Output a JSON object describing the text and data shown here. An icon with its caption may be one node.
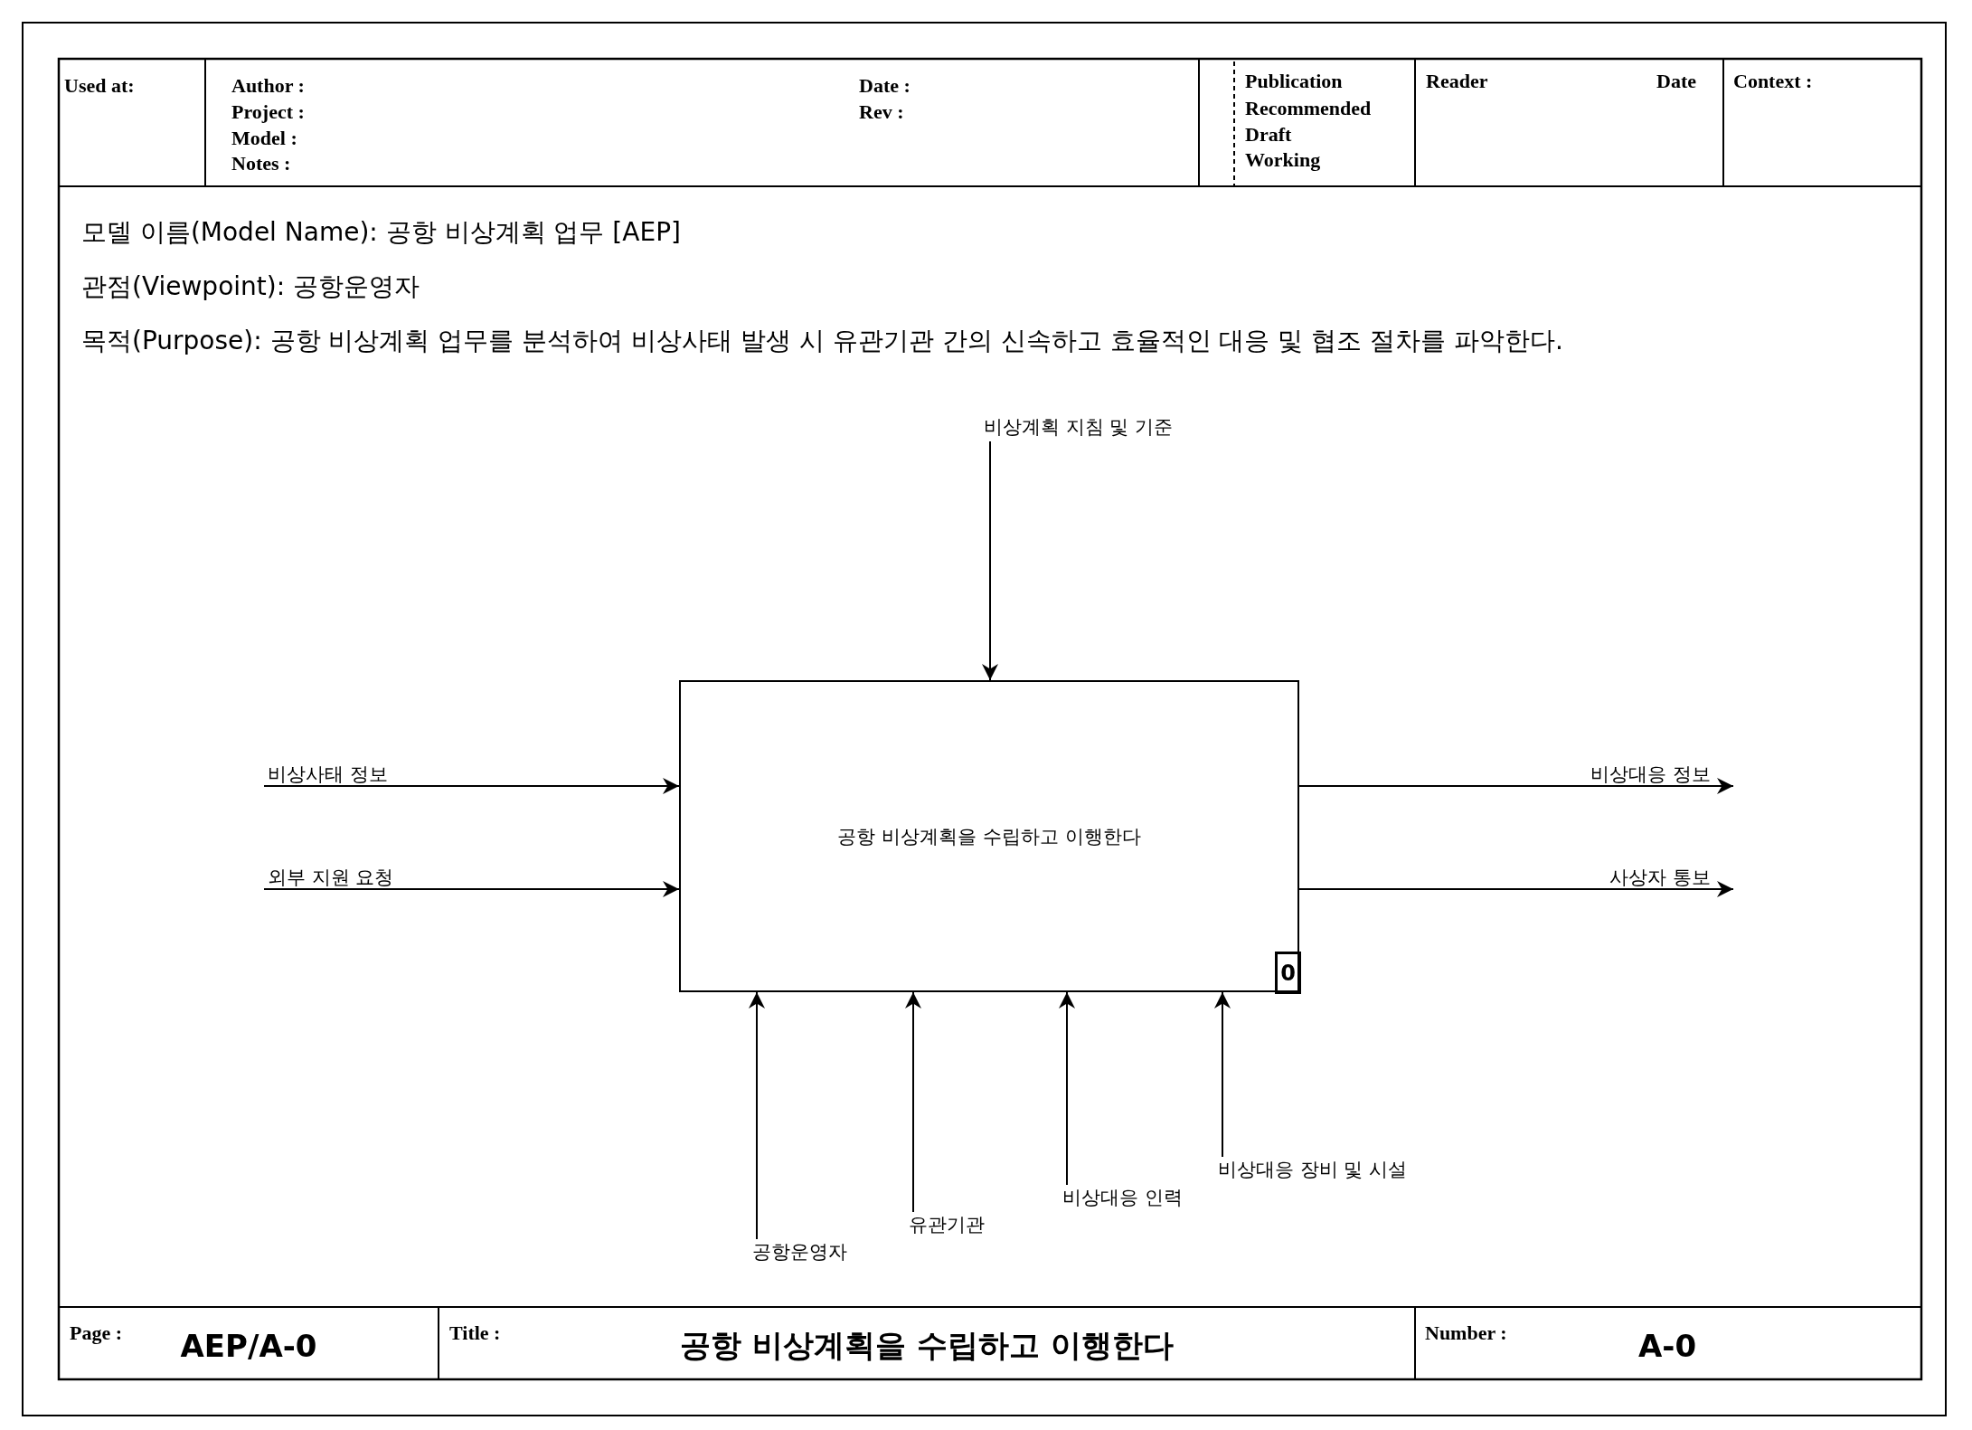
{
  "diagram": {
    "nodes": [
      {
        "text": [
          "공항 비상계획을 수립하고 이행한다"
        ]
      },
      {
        "text": [
          "0"
        ],
        "in": 0
      },
      {
        "text": [
          "비상계획 지침 및 기준"
        ]
      },
      {
        "text": [
          "비상사태 정보"
        ]
      },
      {
        "text": [
          "외부 지원 요청"
        ]
      },
      {
        "text": [
          "비상대응 정보"
        ]
      },
      {
        "text": [
          "사상자 통보"
        ]
      },
      {
        "text": [
          "공항운영자"
        ]
      },
      {
        "text": [
          "유관기관"
        ]
      },
      {
        "text": [
          "비상대응 인력"
        ]
      },
      {
        "text": [
          "비상대응 장비 및 시설"
        ]
      }
    ],
    "edges": [
      {
        "from": 2,
        "to": 0,
        "arrow": "to"
      },
      {
        "from": 3,
        "to": 0,
        "arrow": "to"
      },
      {
        "from": 4,
        "to": 0,
        "arrow": "to"
      },
      {
        "from": 0,
        "to": 5,
        "arrow": "to"
      },
      {
        "from": 0,
        "to": 6,
        "arrow": "to"
      },
      {
        "from": 7,
        "to": 0,
        "arrow": "to"
      },
      {
        "from": 8,
        "to": 0,
        "arrow": "to"
      },
      {
        "from": 9,
        "to": 0,
        "arrow": "to"
      },
      {
        "from": 10,
        "to": 0,
        "arrow": "to"
      }
    ],
    "labels": [
      "Used at:",
      "Author :",
      "Date :",
      "Project :",
      "Rev :",
      "Model :",
      "Notes :",
      "Publication",
      "Recommended",
      "Draft",
      "Working",
      "Reader",
      "Date",
      "Context :",
      "모델 이름(Model Name): 공항 비상계획 업무 [AEP]",
      "관점(Viewpoint): 공항운영자",
      "목적(Purpose): 공항 비상계획 업무를 분석하여 비상사태 발생 시 유관기관 간의 신속하고 효율적인 대응 및 협조 절차를 파악한다.",
      "Page :",
      "AEP/A-0",
      "Title :",
      "공항 비상계획을 수립하고 이행한다",
      "Number :",
      "A-0"
    ]
  }
}
